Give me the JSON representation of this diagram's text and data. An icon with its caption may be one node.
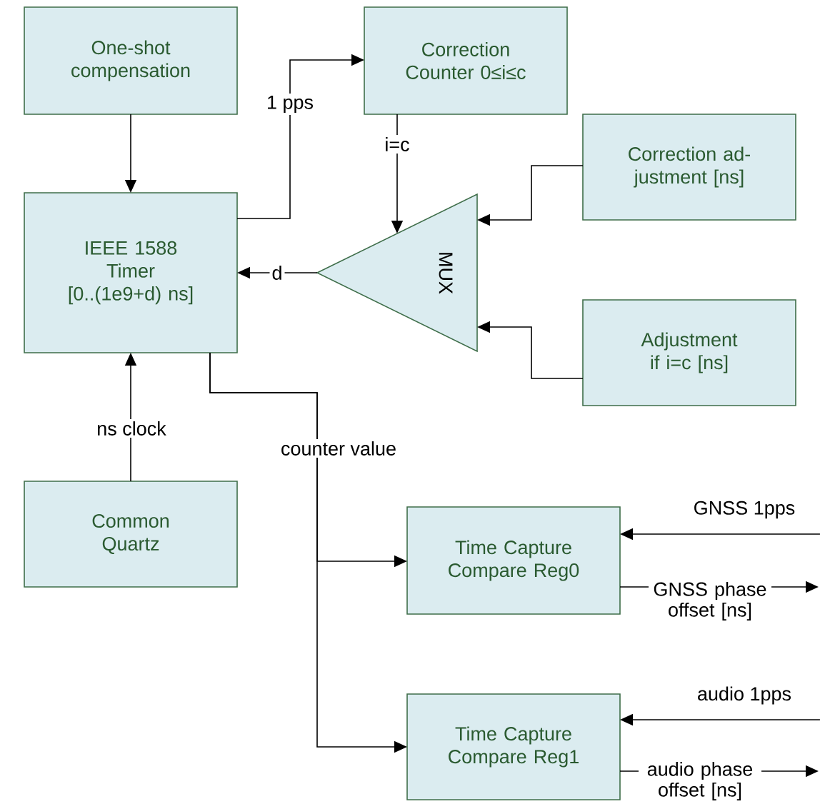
{
  "diagram": {
    "nodes": [
      {
        "text": [
          "One-shot compensation"
        ]
      },
      {
        "text": [
          "Correction Counter 0≤i≤c"
        ]
      },
      {
        "text": [
          "IEEE 1588 Timer [0..(1e9+d) ns]"
        ]
      },
      {
        "text": [
          "Correction ad-justment [ns]"
        ]
      },
      {
        "text": [
          "MUX"
        ]
      },
      {
        "text": [
          "Adjustment if i=c [ns]"
        ]
      },
      {
        "text": [
          "Common Quartz"
        ]
      },
      {
        "text": [
          "Time Capture Compare Reg0"
        ]
      },
      {
        "text": [
          "Time Capture Compare Reg1"
        ]
      }
    ],
    "edges": [
      {
        "from": 0,
        "to": 2,
        "arrow": "to"
      },
      {
        "from": 2,
        "to": 1,
        "arrow": "to",
        "label": "1 pps"
      },
      {
        "from": 1,
        "to": 4,
        "arrow": "to",
        "label": "i=c"
      },
      {
        "from": 3,
        "to": 4,
        "arrow": "to"
      },
      {
        "from": 5,
        "to": 4,
        "arrow": "to"
      },
      {
        "from": 4,
        "to": 2,
        "arrow": "to",
        "label": "d"
      },
      {
        "from": 6,
        "to": 2,
        "arrow": "to",
        "label": "ns clock"
      },
      {
        "from": 2,
        "to": 7,
        "arrow": "to",
        "label": "counter value"
      },
      {
        "from": 2,
        "to": 8,
        "arrow": "to"
      },
      {
        "from": null,
        "to": 7,
        "arrow": "to",
        "label": "GNSS 1pps"
      },
      {
        "from": 7,
        "to": null,
        "arrow": "to",
        "label": "GNSS phase offset [ns]"
      },
      {
        "from": null,
        "to": 8,
        "arrow": "to",
        "label": "audio 1pps"
      },
      {
        "from": 8,
        "to": null,
        "arrow": "to",
        "label": "audio phase offset [ns]"
      }
    ]
  }
}
